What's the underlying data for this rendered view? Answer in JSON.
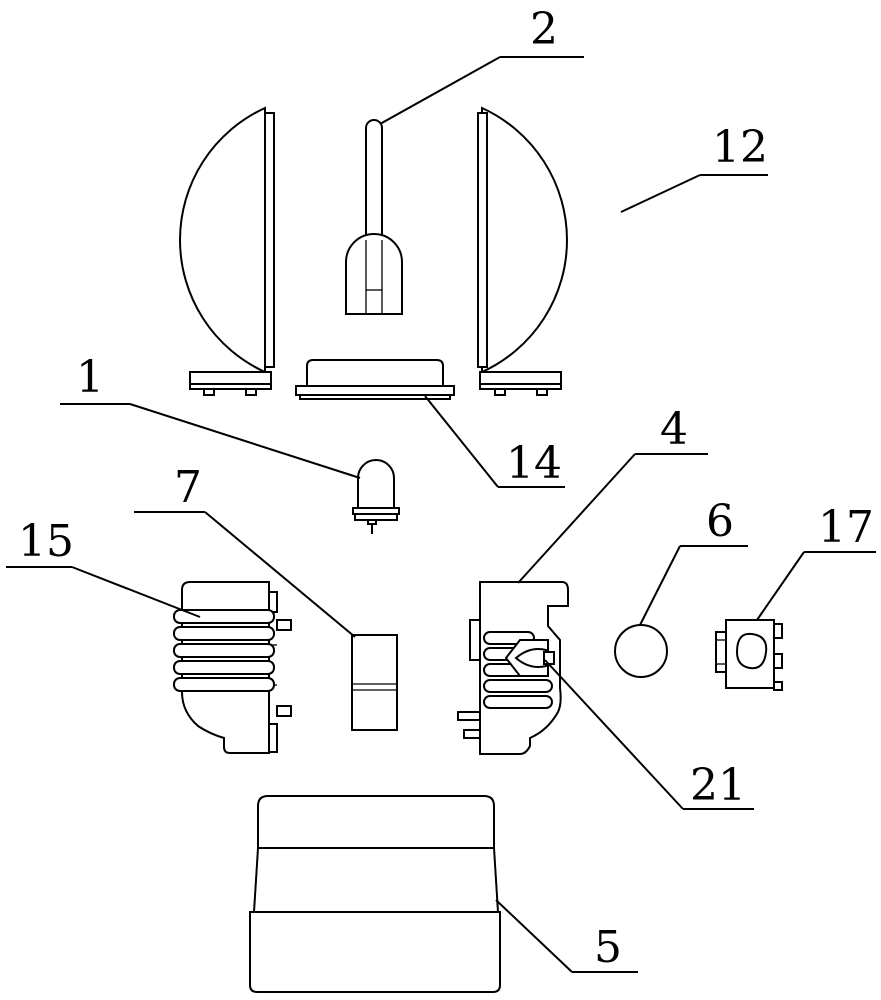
{
  "labels": {
    "part_1": "1",
    "part_2": "2",
    "part_4": "4",
    "part_5": "5",
    "part_6": "6",
    "part_7": "7",
    "part_12": "12",
    "part_14": "14",
    "part_15": "15",
    "part_17": "17",
    "part_21": "21"
  }
}
